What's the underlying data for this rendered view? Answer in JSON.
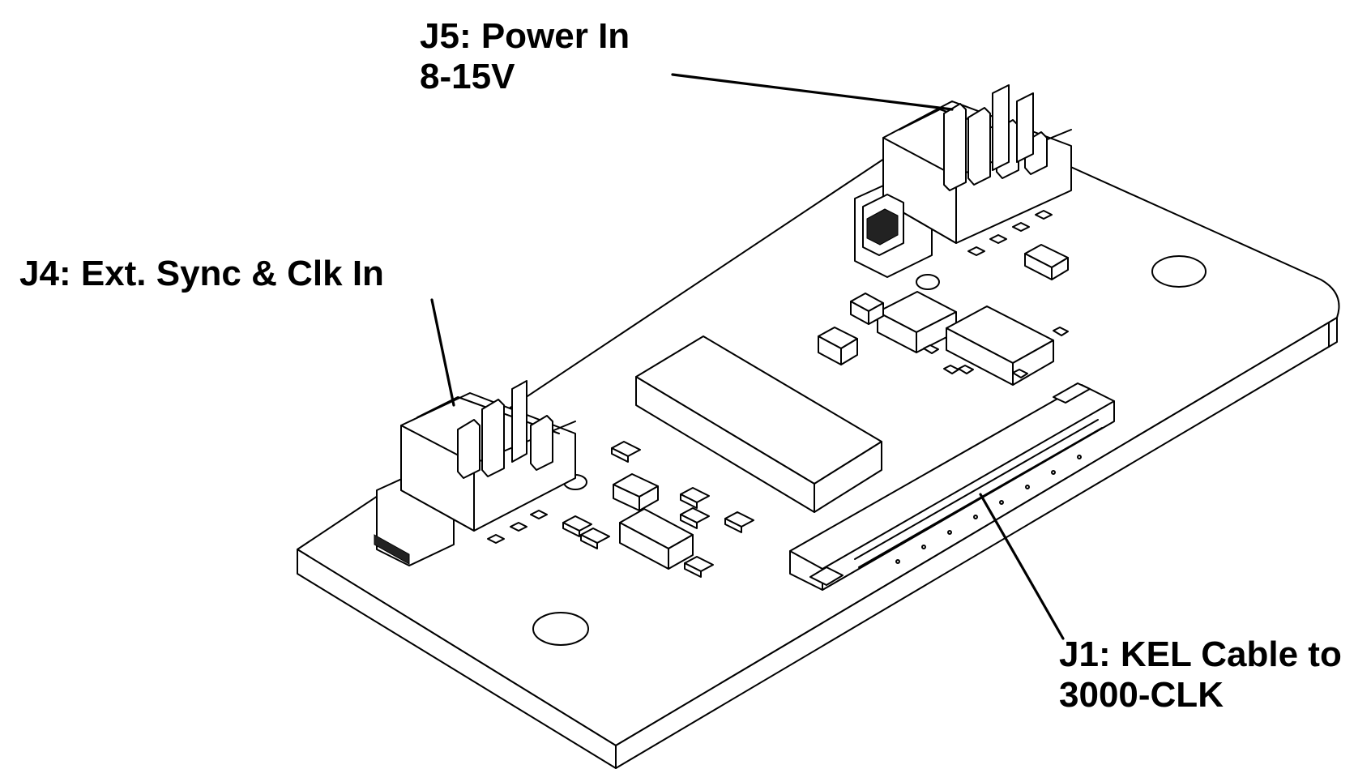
{
  "labels": {
    "j5": {
      "line1": "J5: Power In",
      "line2": "8-15V"
    },
    "j4": {
      "line1": "J4: Ext. Sync & Clk In"
    },
    "j1": {
      "line1": "J1: KEL Cable to",
      "line2": "3000-CLK"
    }
  },
  "colors": {
    "ink": "#000000",
    "background": "#ffffff"
  }
}
